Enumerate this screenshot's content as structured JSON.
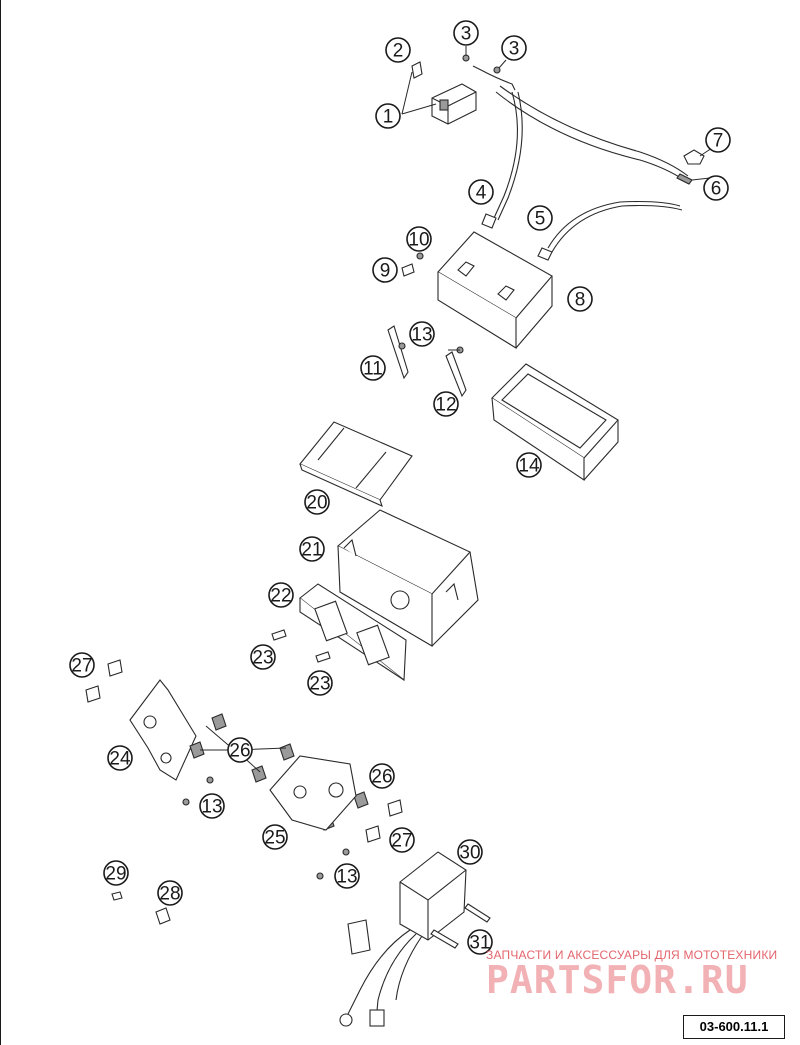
{
  "diagram": {
    "callout_labels": [
      "1",
      "2",
      "3",
      "3",
      "4",
      "5",
      "6",
      "7",
      "8",
      "9",
      "10",
      "11",
      "12",
      "13",
      "14",
      "20",
      "21",
      "22",
      "23",
      "23",
      "24",
      "25",
      "26",
      "26",
      "27",
      "27",
      "13",
      "13",
      "28",
      "29",
      "30",
      "31"
    ]
  },
  "watermark": {
    "tagline": "ЗАПЧАСТИ И АКСЕССУАРЫ ДЛЯ МОТОТЕХНИКИ",
    "logo": "PARTSFOR.RU"
  },
  "drawing_code": "03-600.11.1"
}
